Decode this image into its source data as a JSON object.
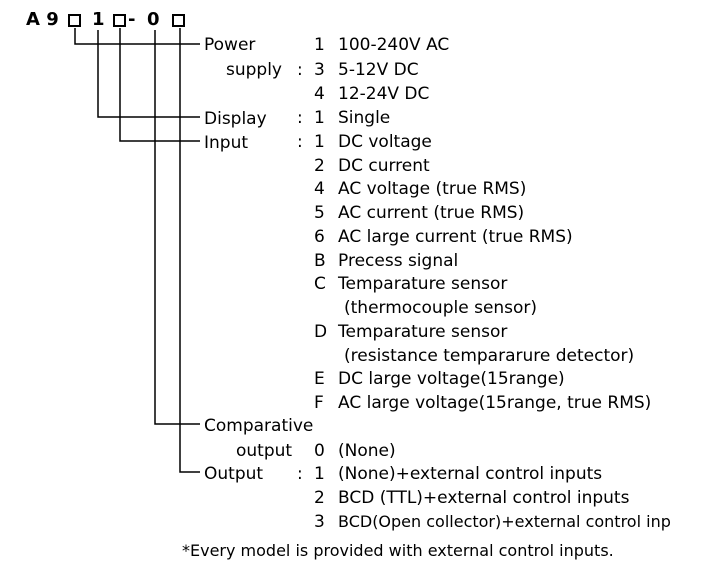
{
  "model_code": {
    "prefix": "A 9",
    "digit_1": "1",
    "dash": "-",
    "digit_0": "0"
  },
  "fields": {
    "power": {
      "label": "Power",
      "label2": "supply",
      "colon": ":",
      "options": [
        {
          "code": "1",
          "text": "100-240V AC"
        },
        {
          "code": "3",
          "text": "5-12V DC"
        },
        {
          "code": "4",
          "text": "12-24V DC"
        }
      ]
    },
    "display": {
      "label": "Display",
      "colon": ":",
      "options": [
        {
          "code": "1",
          "text": "Single"
        }
      ]
    },
    "input": {
      "label": "Input",
      "colon": ":",
      "options": [
        {
          "code": "1",
          "text": "DC voltage"
        },
        {
          "code": "2",
          "text": "DC current"
        },
        {
          "code": "4",
          "text": "AC voltage (true RMS)"
        },
        {
          "code": "5",
          "text": "AC current (true RMS)"
        },
        {
          "code": "6",
          "text": "AC large current (true RMS)"
        },
        {
          "code": "B",
          "text": "Precess signal"
        },
        {
          "code": "C",
          "text": "Temparature sensor",
          "text2": "(thermocouple sensor)"
        },
        {
          "code": "D",
          "text": "Temparature sensor",
          "text2": "(resistance tempararure detector)"
        },
        {
          "code": "E",
          "text": "DC large voltage(15range)"
        },
        {
          "code": "F",
          "text": "AC large voltage(15range, true RMS)"
        }
      ]
    },
    "comparative": {
      "label": "Comparative",
      "label2": "output",
      "options": [
        {
          "code": "0",
          "text": "(None)"
        }
      ]
    },
    "output": {
      "label": "Output",
      "colon": ":",
      "options": [
        {
          "code": "1",
          "text": "(None)+external control inputs"
        },
        {
          "code": "2",
          "text": "BCD (TTL)+external control inputs"
        },
        {
          "code": "3",
          "text": "BCD(Open collector)+external control inp"
        }
      ]
    }
  },
  "footnote": "*Every model is provided with external control inputs."
}
